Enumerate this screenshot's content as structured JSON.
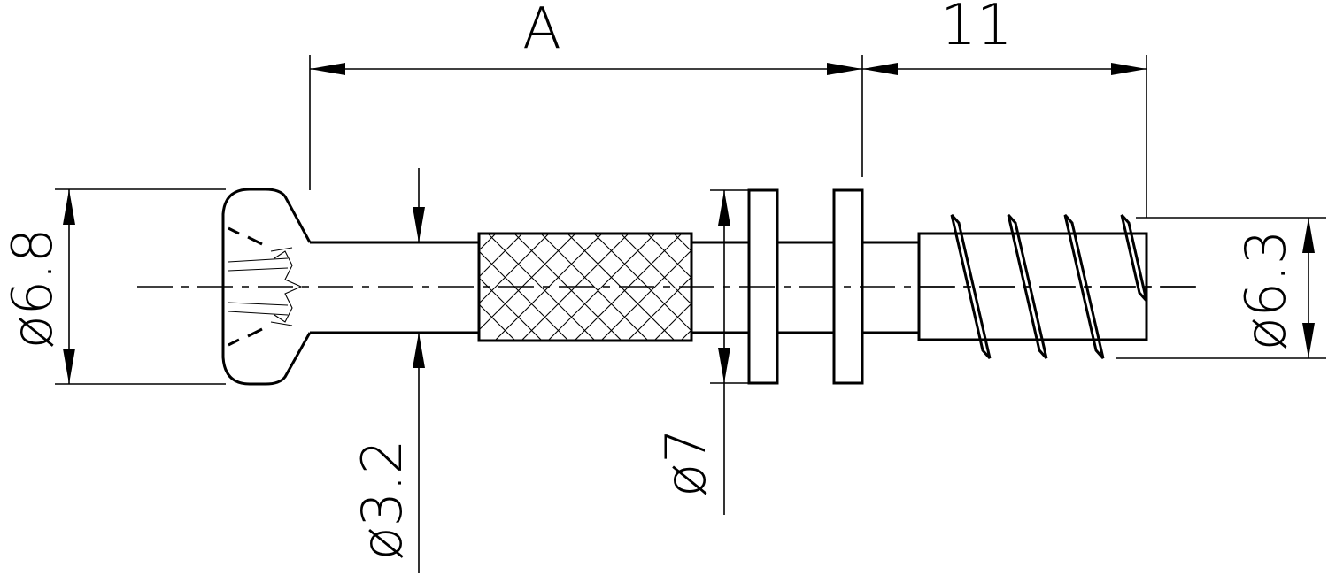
{
  "dimensions": {
    "length_a": "A",
    "length_thread": "11",
    "head_diameter": "ø6.8",
    "neck_diameter": "ø3.2",
    "collar_diameter": "ø7",
    "thread_diameter": "ø6.3"
  }
}
